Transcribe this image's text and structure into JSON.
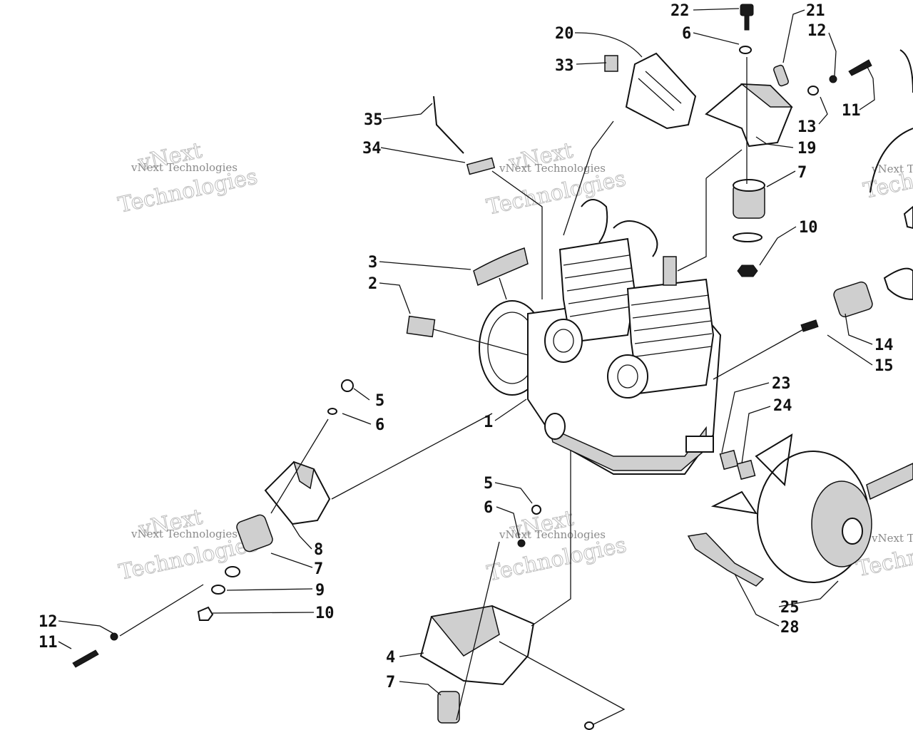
{
  "diagram": {
    "callouts": [
      {
        "id": "c-22",
        "text": "22"
      },
      {
        "id": "c-21",
        "text": "21"
      },
      {
        "id": "c-20",
        "text": "20"
      },
      {
        "id": "c-6a",
        "text": "6"
      },
      {
        "id": "c-12a",
        "text": "12"
      },
      {
        "id": "c-33",
        "text": "33"
      },
      {
        "id": "c-13",
        "text": "13"
      },
      {
        "id": "c-11a",
        "text": "11"
      },
      {
        "id": "c-35",
        "text": "35"
      },
      {
        "id": "c-34",
        "text": "34"
      },
      {
        "id": "c-19",
        "text": "19"
      },
      {
        "id": "c-7a",
        "text": "7"
      },
      {
        "id": "c-10a",
        "text": "10"
      },
      {
        "id": "c-3",
        "text": "3"
      },
      {
        "id": "c-2",
        "text": "2"
      },
      {
        "id": "c-14",
        "text": "14"
      },
      {
        "id": "c-15",
        "text": "15"
      },
      {
        "id": "c-23",
        "text": "23"
      },
      {
        "id": "c-24",
        "text": "24"
      },
      {
        "id": "c-5a",
        "text": "5"
      },
      {
        "id": "c-6b",
        "text": "6"
      },
      {
        "id": "c-1",
        "text": "1"
      },
      {
        "id": "c-5b",
        "text": "5"
      },
      {
        "id": "c-6c",
        "text": "6"
      },
      {
        "id": "c-8",
        "text": "8"
      },
      {
        "id": "c-7b",
        "text": "7"
      },
      {
        "id": "c-9",
        "text": "9"
      },
      {
        "id": "c-10b",
        "text": "10"
      },
      {
        "id": "c-25",
        "text": "25"
      },
      {
        "id": "c-28",
        "text": "28"
      },
      {
        "id": "c-12b",
        "text": "12"
      },
      {
        "id": "c-11b",
        "text": "11"
      },
      {
        "id": "c-4",
        "text": "4"
      },
      {
        "id": "c-7c",
        "text": "7"
      }
    ]
  },
  "watermark": {
    "brand_big": "vNext",
    "brand_word": "Technologies",
    "brand_full": "vNext Technologies"
  },
  "colors": {
    "ink": "#111111",
    "watermark": "#9a9a9a",
    "background": "#ffffff"
  }
}
